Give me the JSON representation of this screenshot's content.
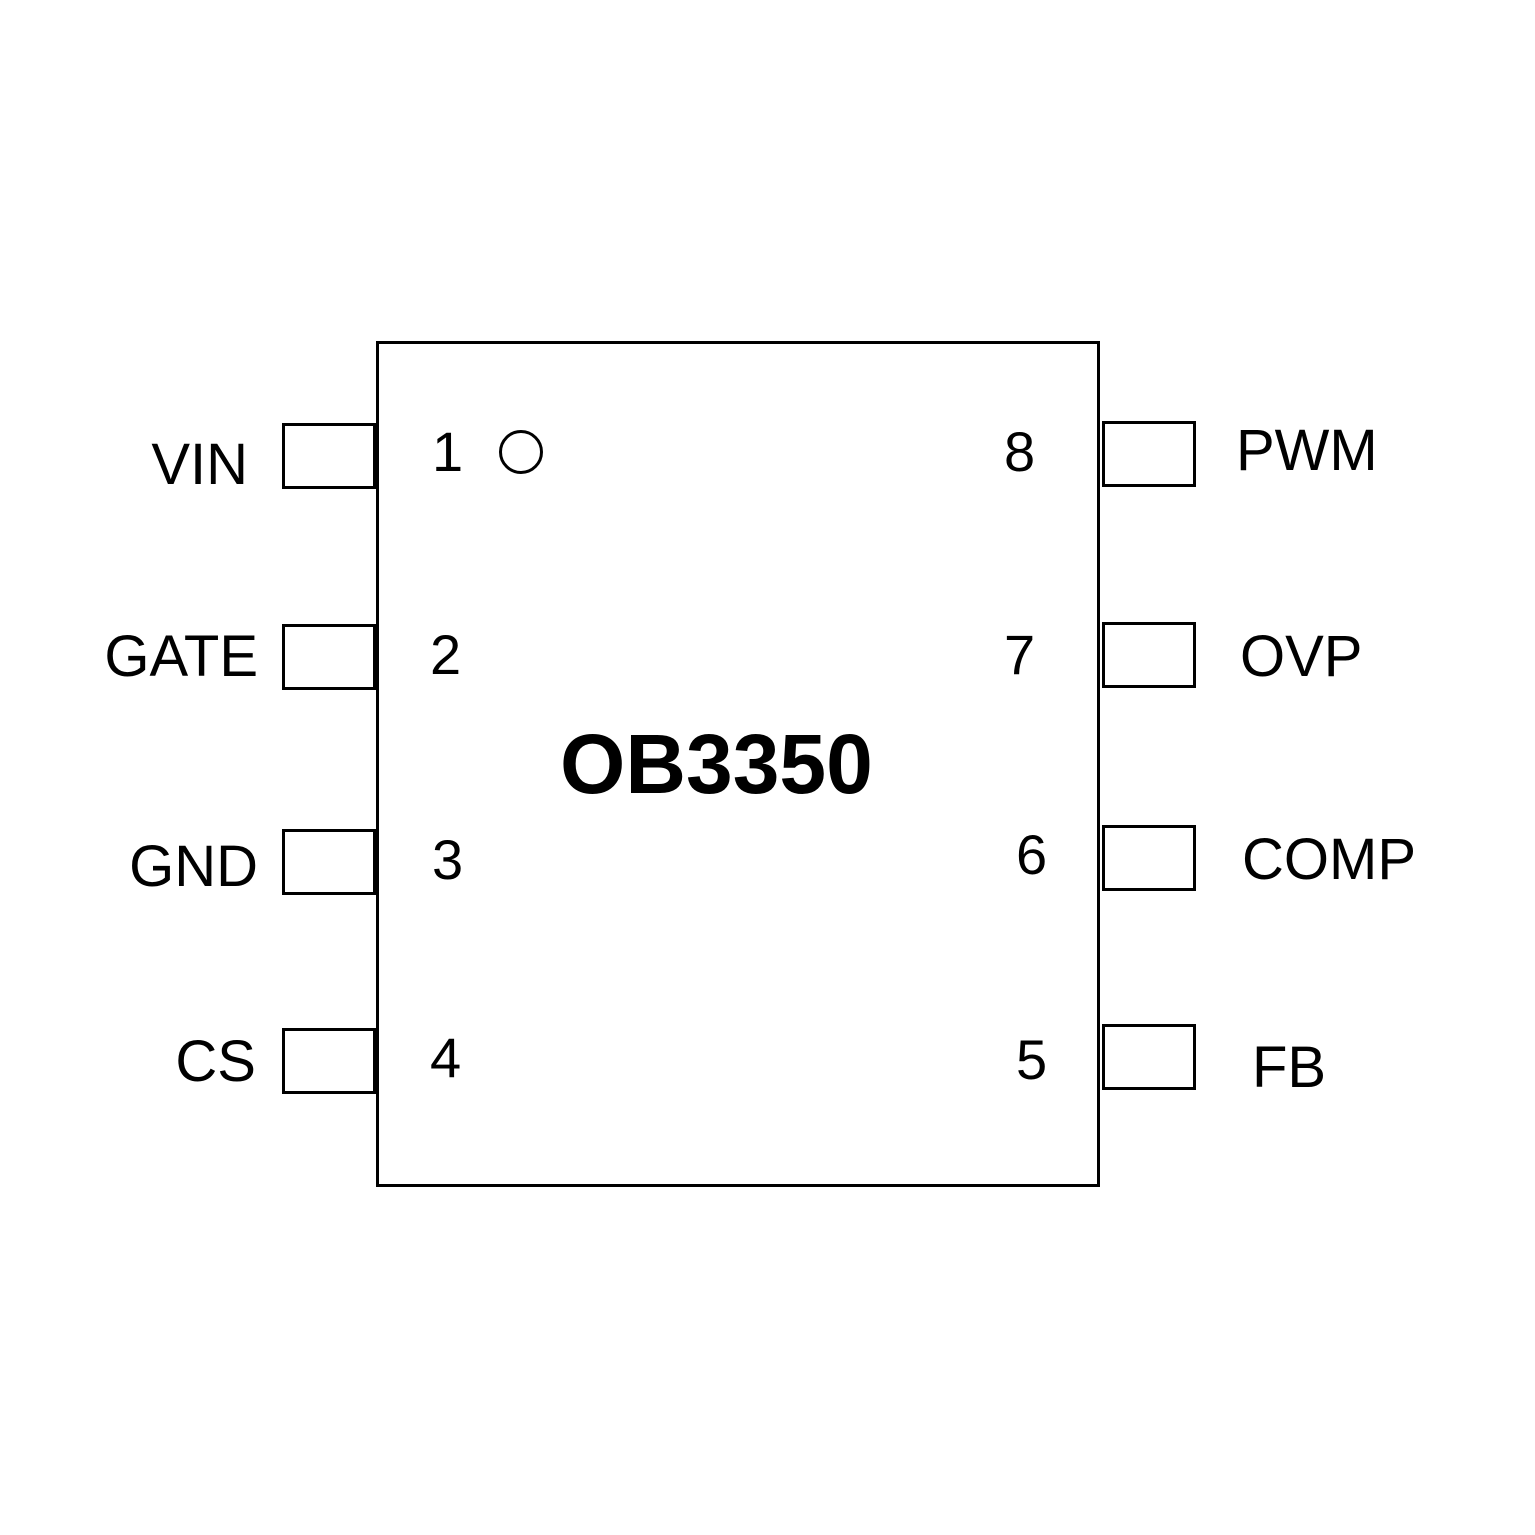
{
  "chip": {
    "name": "OB3350"
  },
  "pins": [
    {
      "number": "1",
      "label": "VIN"
    },
    {
      "number": "2",
      "label": "GATE"
    },
    {
      "number": "3",
      "label": "GND"
    },
    {
      "number": "4",
      "label": "CS"
    },
    {
      "number": "5",
      "label": "FB"
    },
    {
      "number": "6",
      "label": "COMP"
    },
    {
      "number": "7",
      "label": "OVP"
    },
    {
      "number": "8",
      "label": "PWM"
    }
  ]
}
